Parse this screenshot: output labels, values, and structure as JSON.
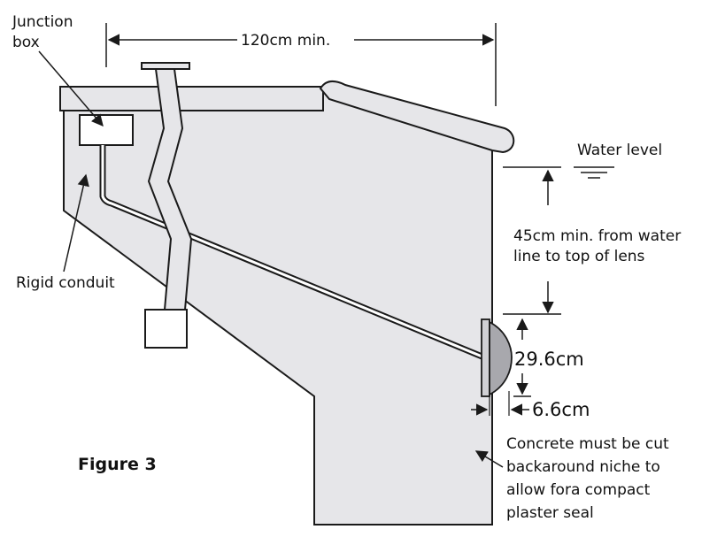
{
  "labels": {
    "junction_box": [
      "Junction",
      "box"
    ],
    "dim_top": "120cm min.",
    "water_level": "Water level",
    "depth_note": [
      "45cm min. from water",
      "line to top of lens"
    ],
    "rigid_conduit": "Rigid conduit",
    "lens_height": "29.6cm",
    "lens_depth": "6.6cm",
    "concrete_note": [
      "Concrete must be cut",
      "backaround niche to",
      "allow fora compact",
      "plaster seal"
    ],
    "figure_title": "Figure 3"
  },
  "colors": {
    "fill": "#e6e6e9",
    "stroke": "#1a1a1a",
    "lens": "#a8a8ad"
  }
}
